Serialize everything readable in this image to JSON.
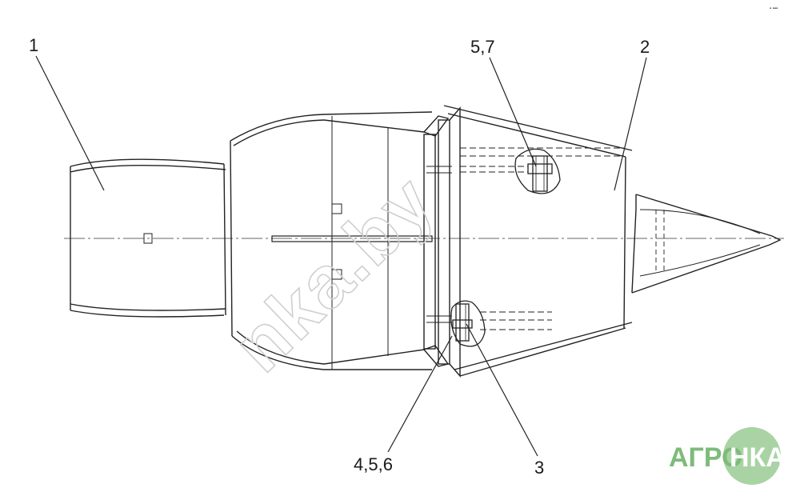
{
  "callouts": {
    "c1": "1",
    "c2": "2",
    "c3": "3",
    "c57": "5,7",
    "c456": "4,5,6"
  },
  "watermark": {
    "text": "nka.by"
  },
  "logo": {
    "left": "АГРО",
    "right": "НКА",
    "green": "#7dbb7a",
    "circle": "#a9d3a4"
  },
  "corner_mark": {
    "text": "▪ ▪▪▪"
  }
}
